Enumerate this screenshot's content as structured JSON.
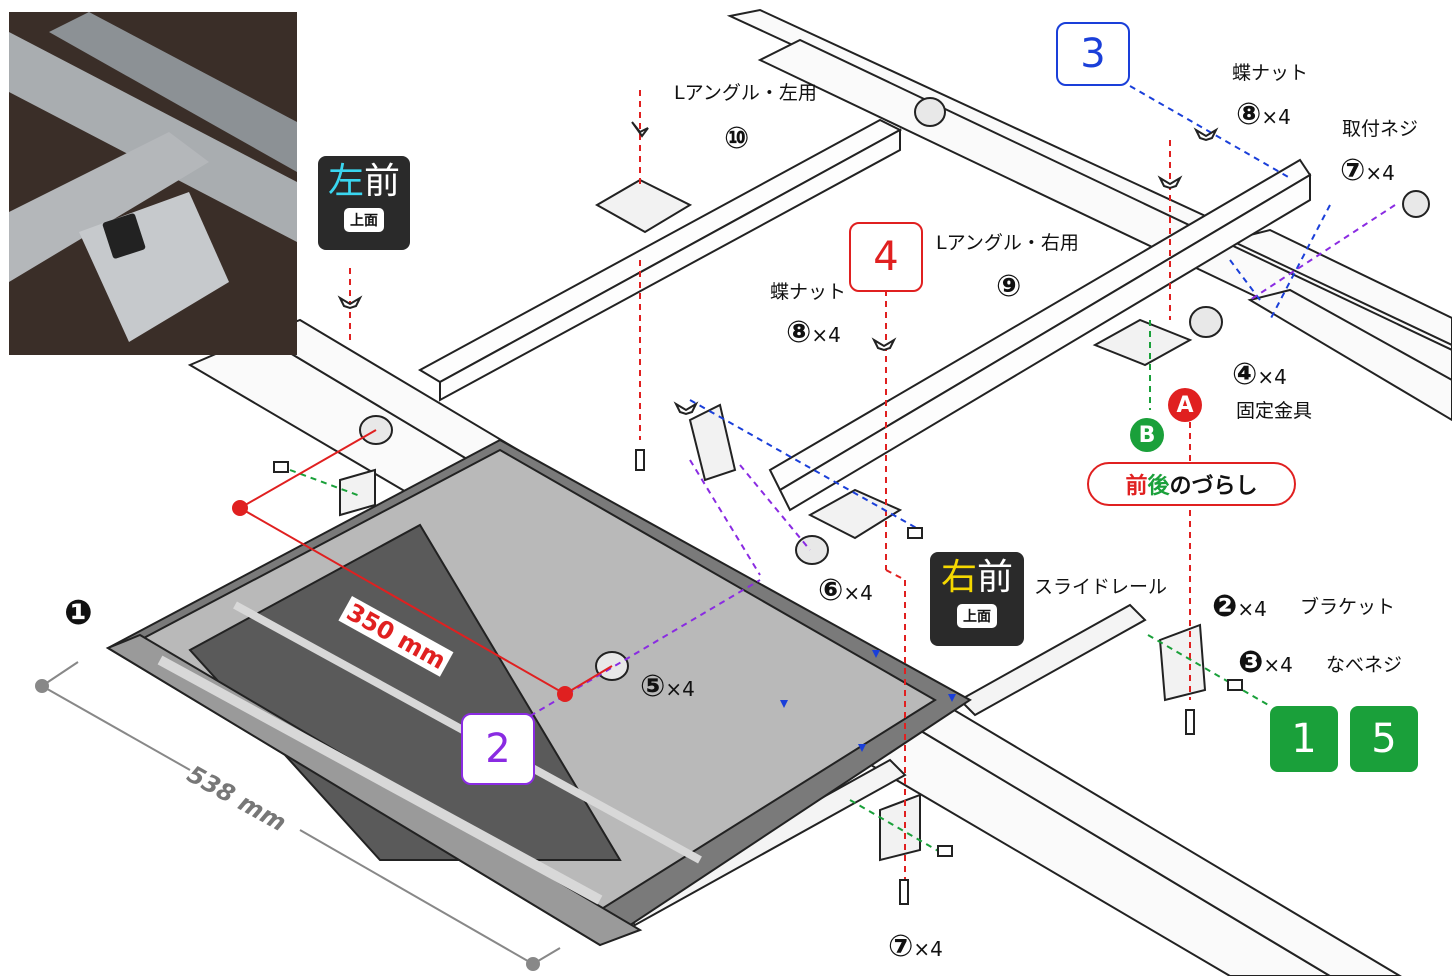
{
  "colors": {
    "red_mark": "#e02020",
    "blue_mark": "#1a3fd9",
    "purple_mark": "#8a2be2",
    "green_mark": "#1aa03a",
    "tag_dark": "#2a2a2a",
    "cyan_text": "#3ad6f0",
    "yellow_text": "#f5d800"
  },
  "icons": [
    "wing-nut-icon",
    "bolt-icon",
    "roller-icon",
    "bracket-icon",
    "dimension-dot-icon"
  ],
  "tags": {
    "left_front": {
      "char1": "左",
      "char2": "前",
      "sub": "上面"
    },
    "right_front": {
      "char1": "右",
      "char2": "前",
      "sub": "上面"
    }
  },
  "boxed_numbers": {
    "n2": "2",
    "n3": "3",
    "n4": "4"
  },
  "steps": [
    "1",
    "5"
  ],
  "labels": {
    "l_angle_left": "Lアングル・左用",
    "l_angle_left_num": "⑩",
    "l_angle_right": "Lアングル・右用",
    "l_angle_right_num": "⑨",
    "wing_nut_a": "蝶ナット",
    "wing_nut_a_num": "⑧",
    "wing_nut_a_qty": "×4",
    "wing_nut_b": "蝶ナット",
    "wing_nut_b_num": "⑧",
    "wing_nut_b_qty": "×4",
    "mount_screw": "取付ネジ",
    "mount_screw_num": "⑦",
    "mount_screw_qty": "×4",
    "fixing_bracket_num": "④",
    "fixing_bracket_qty": "×4",
    "fixing_bracket": "固定金具",
    "roller6_num": "⑥",
    "roller6_qty": "×4",
    "slide_rail": "スライドレール",
    "bracket_num": "❷",
    "bracket_qty": "×4",
    "bracket": "ブラケット",
    "pan_screw_num": "❸",
    "pan_screw_qty": "×4",
    "pan_screw": "なべネジ",
    "roller5_num": "⑤",
    "roller5_qty": "×4",
    "bottom_screw_num": "⑦",
    "bottom_screw_qty": "×4",
    "tray_num": "❶",
    "badge_a": "A",
    "badge_b": "B",
    "shift_front": "前",
    "shift_back": "後",
    "shift_rest": "のづらし"
  },
  "dimensions": {
    "depth": "350 mm",
    "width": "538 mm"
  }
}
